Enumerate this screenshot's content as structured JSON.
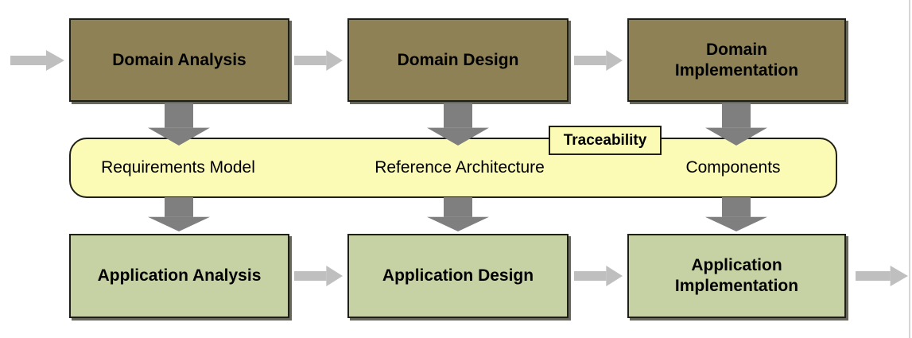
{
  "diagram": {
    "top_row": [
      {
        "label": "Domain Analysis"
      },
      {
        "label": "Domain Design"
      },
      {
        "label": "Domain Implementation"
      }
    ],
    "band": {
      "tag": "Traceability",
      "items": [
        "Requirements Model",
        "Reference Architecture",
        "Components"
      ]
    },
    "bottom_row": [
      {
        "label": "Application Analysis"
      },
      {
        "label": "Application Design"
      },
      {
        "label": "Application Implementation"
      }
    ]
  },
  "colors": {
    "domain_box": "#8E8156",
    "application_box": "#C6D2A3",
    "band_fill": "#FBFBB5",
    "box_border": "#1F1F14",
    "h_arrow": "#BFBFBF",
    "v_arrow": "#7F7F7F",
    "page_edge": "#D6D6D6",
    "text": "#000000"
  }
}
